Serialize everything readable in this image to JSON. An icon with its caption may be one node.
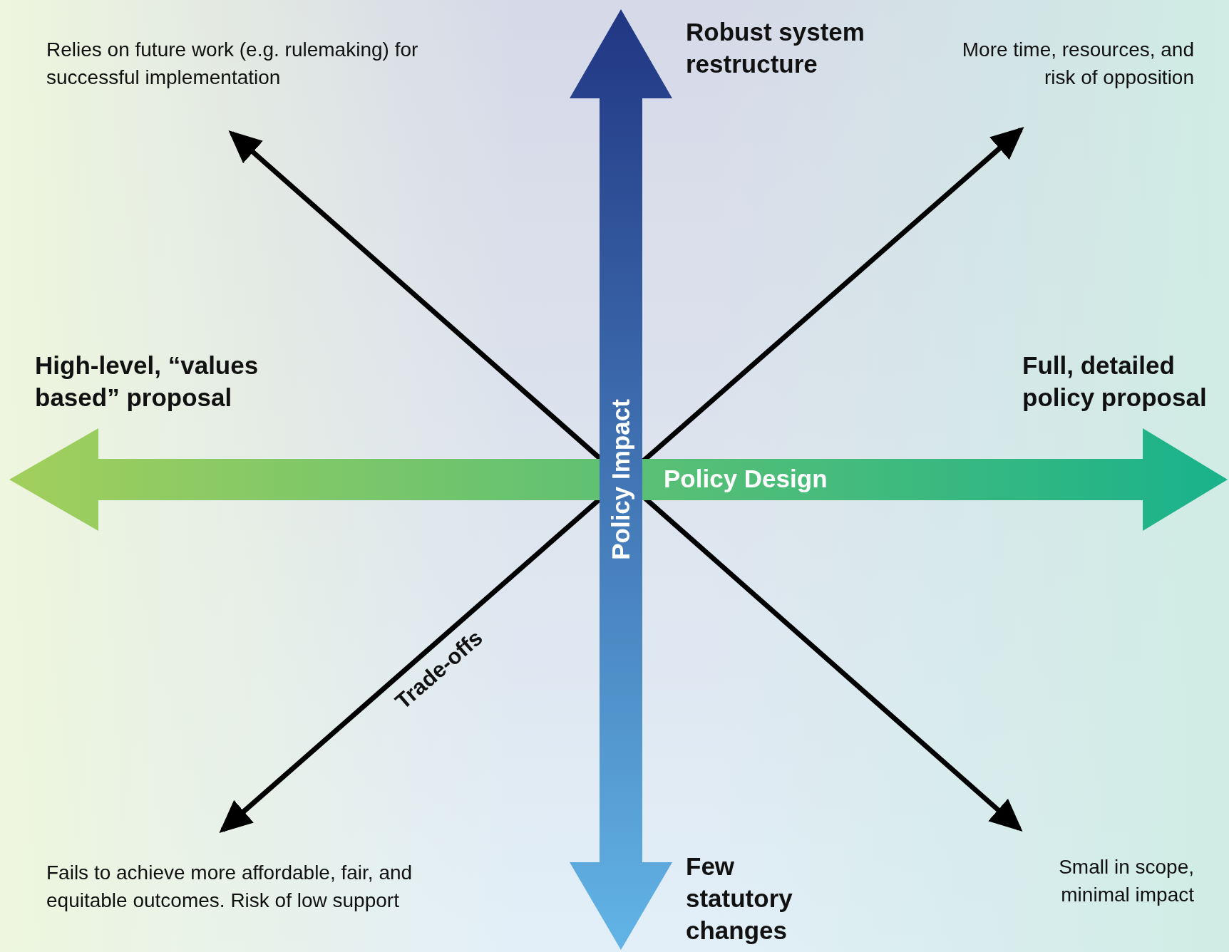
{
  "diagram": {
    "nodes": [
      {
        "text": [
          "Relies on future work (e.g. rulemaking) for successful implementation"
        ]
      },
      {
        "text": [
          "More time, resources, and risk of opposition"
        ]
      },
      {
        "text": [
          "Fails to achieve more affordable, fair, and equitable outcomes. Risk of low support"
        ]
      },
      {
        "text": [
          "Small in scope, minimal impact"
        ]
      }
    ],
    "edges": [
      {
        "from": 0,
        "to": 3,
        "arrow": "both"
      },
      {
        "from": 1,
        "to": 2,
        "arrow": "both",
        "label": "Trade-offs"
      }
    ],
    "labels": [
      "Robust system restructure",
      "High-level, “values based” proposal",
      "Full, detailed policy proposal",
      "Policy Impact",
      "Policy Design",
      "Few statutory changes"
    ]
  }
}
